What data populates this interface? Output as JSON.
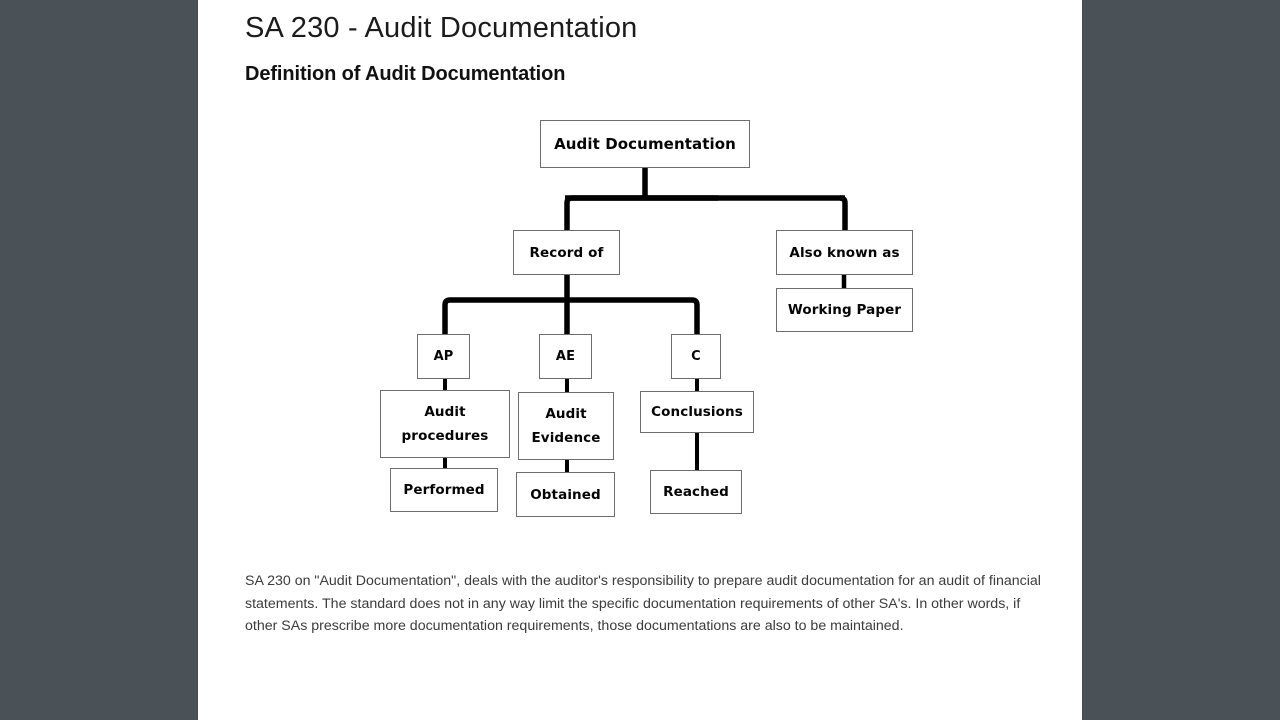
{
  "viewer": {
    "background_color": "#4a5258",
    "page_background": "#ffffff"
  },
  "page": {
    "title": "SA 230 - Audit Documentation",
    "subtitle": "Definition of Audit Documentation",
    "paragraph": "SA 230 on \"Audit Documentation\", deals with the auditor's responsibility to prepare audit documentation for an audit of financial statements. The standard does not in any way limit the specific documentation requirements of other SA's. In other words, if other SAs prescribe more documentation requirements, those documentations are also to be maintained."
  },
  "diagram": {
    "type": "tree",
    "line_color": "#000000",
    "node_border_color": "#6d6d6d",
    "nodes": [
      {
        "id": "root",
        "label": "Audit Documentation"
      },
      {
        "id": "record_of",
        "label": "Record of"
      },
      {
        "id": "also_known",
        "label": "Also known as"
      },
      {
        "id": "working",
        "label": "Working Paper"
      },
      {
        "id": "ap",
        "label": "AP"
      },
      {
        "id": "ae",
        "label": "AE"
      },
      {
        "id": "c",
        "label": "C"
      },
      {
        "id": "ap_full",
        "label": "Audit procedures"
      },
      {
        "id": "ae_full",
        "label": "Audit Evidence"
      },
      {
        "id": "c_full",
        "label": "Conclusions"
      },
      {
        "id": "performed",
        "label": "Performed"
      },
      {
        "id": "obtained",
        "label": "Obtained"
      },
      {
        "id": "reached",
        "label": "Reached"
      }
    ],
    "edges": [
      {
        "from": "root",
        "to": "record_of"
      },
      {
        "from": "root",
        "to": "also_known"
      },
      {
        "from": "also_known",
        "to": "working"
      },
      {
        "from": "record_of",
        "to": "ap"
      },
      {
        "from": "record_of",
        "to": "ae"
      },
      {
        "from": "record_of",
        "to": "c"
      },
      {
        "from": "ap",
        "to": "ap_full"
      },
      {
        "from": "ae",
        "to": "ae_full"
      },
      {
        "from": "c",
        "to": "c_full"
      },
      {
        "from": "ap_full",
        "to": "performed"
      },
      {
        "from": "ae_full",
        "to": "obtained"
      },
      {
        "from": "c_full",
        "to": "reached"
      }
    ]
  }
}
